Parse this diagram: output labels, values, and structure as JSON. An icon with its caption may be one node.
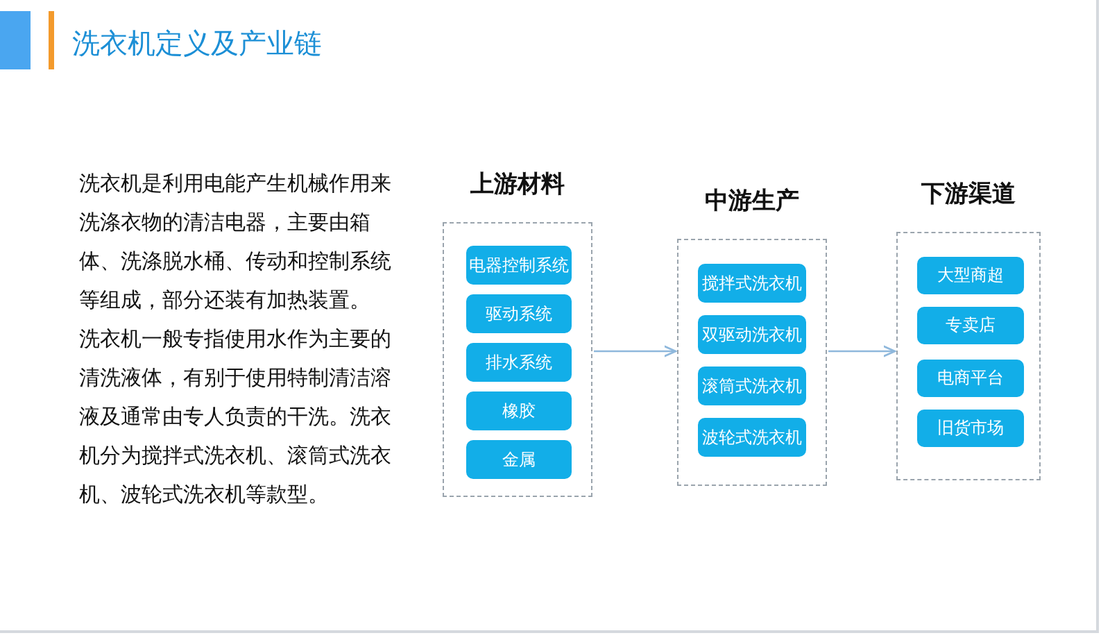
{
  "diagram": {
    "title": "洗衣机定义及产业链",
    "nodes": [
      {
        "text": [
          "上游材料"
        ]
      },
      {
        "text": [
          "电器控制系统"
        ],
        "in": 0
      },
      {
        "text": [
          "驱动系统"
        ],
        "in": 0
      },
      {
        "text": [
          "排水系统"
        ],
        "in": 0
      },
      {
        "text": [
          "橡胶"
        ],
        "in": 0
      },
      {
        "text": [
          "金属"
        ],
        "in": 0
      },
      {
        "text": [
          "中游生产"
        ]
      },
      {
        "text": [
          "搅拌式洗衣机"
        ],
        "in": 6
      },
      {
        "text": [
          "双驱动洗衣机"
        ],
        "in": 6
      },
      {
        "text": [
          "滚筒式洗衣机"
        ],
        "in": 6
      },
      {
        "text": [
          "波轮式洗衣机"
        ],
        "in": 6
      },
      {
        "text": [
          "下游渠道"
        ]
      },
      {
        "text": [
          "大型商超"
        ],
        "in": 11
      },
      {
        "text": [
          "专卖店"
        ],
        "in": 11
      },
      {
        "text": [
          "电商平台"
        ],
        "in": 11
      },
      {
        "text": [
          "旧货市场"
        ],
        "in": 11
      }
    ],
    "edges": [
      {
        "from": 0,
        "to": 6,
        "arrow": "to"
      },
      {
        "from": 6,
        "to": 11,
        "arrow": "to"
      }
    ],
    "labels": [
      "洗衣机是利用电能产生机械作用来洗涤衣物的清洁电器，主要由箱体、洗涤脱水桶、传动和控制系统等组成，部分还装有加热装置。",
      "洗衣机一般专指使用水作为主要的清洗液体，有别于使用特制清洁溶液及通常由专人负责的干洗。洗衣机分为搅拌式洗衣机、滚筒式洗衣机、波轮式洗衣机等款型。"
    ]
  }
}
